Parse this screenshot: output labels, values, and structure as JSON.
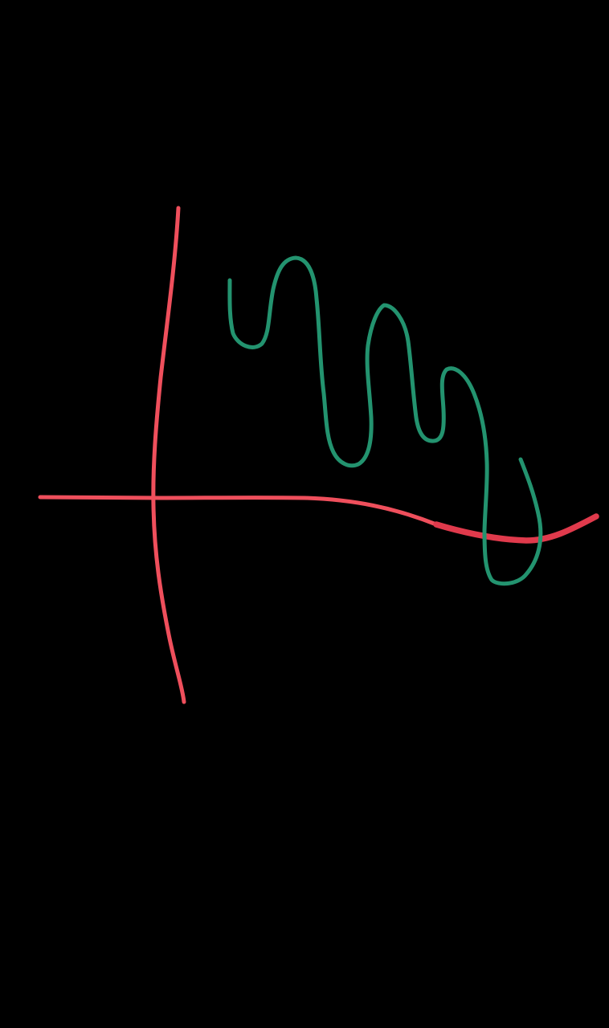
{
  "drawing": {
    "background_color": "#000000",
    "strokes": [
      {
        "name": "vertical-axis-stroke",
        "color": "#ef4f5c"
      },
      {
        "name": "horizontal-axis-stroke",
        "color": "#ef4f5c"
      },
      {
        "name": "horizontal-axis-overlay-stroke",
        "color": "#e03a4c"
      },
      {
        "name": "wavy-curve-stroke",
        "color": "#23936f"
      }
    ]
  }
}
